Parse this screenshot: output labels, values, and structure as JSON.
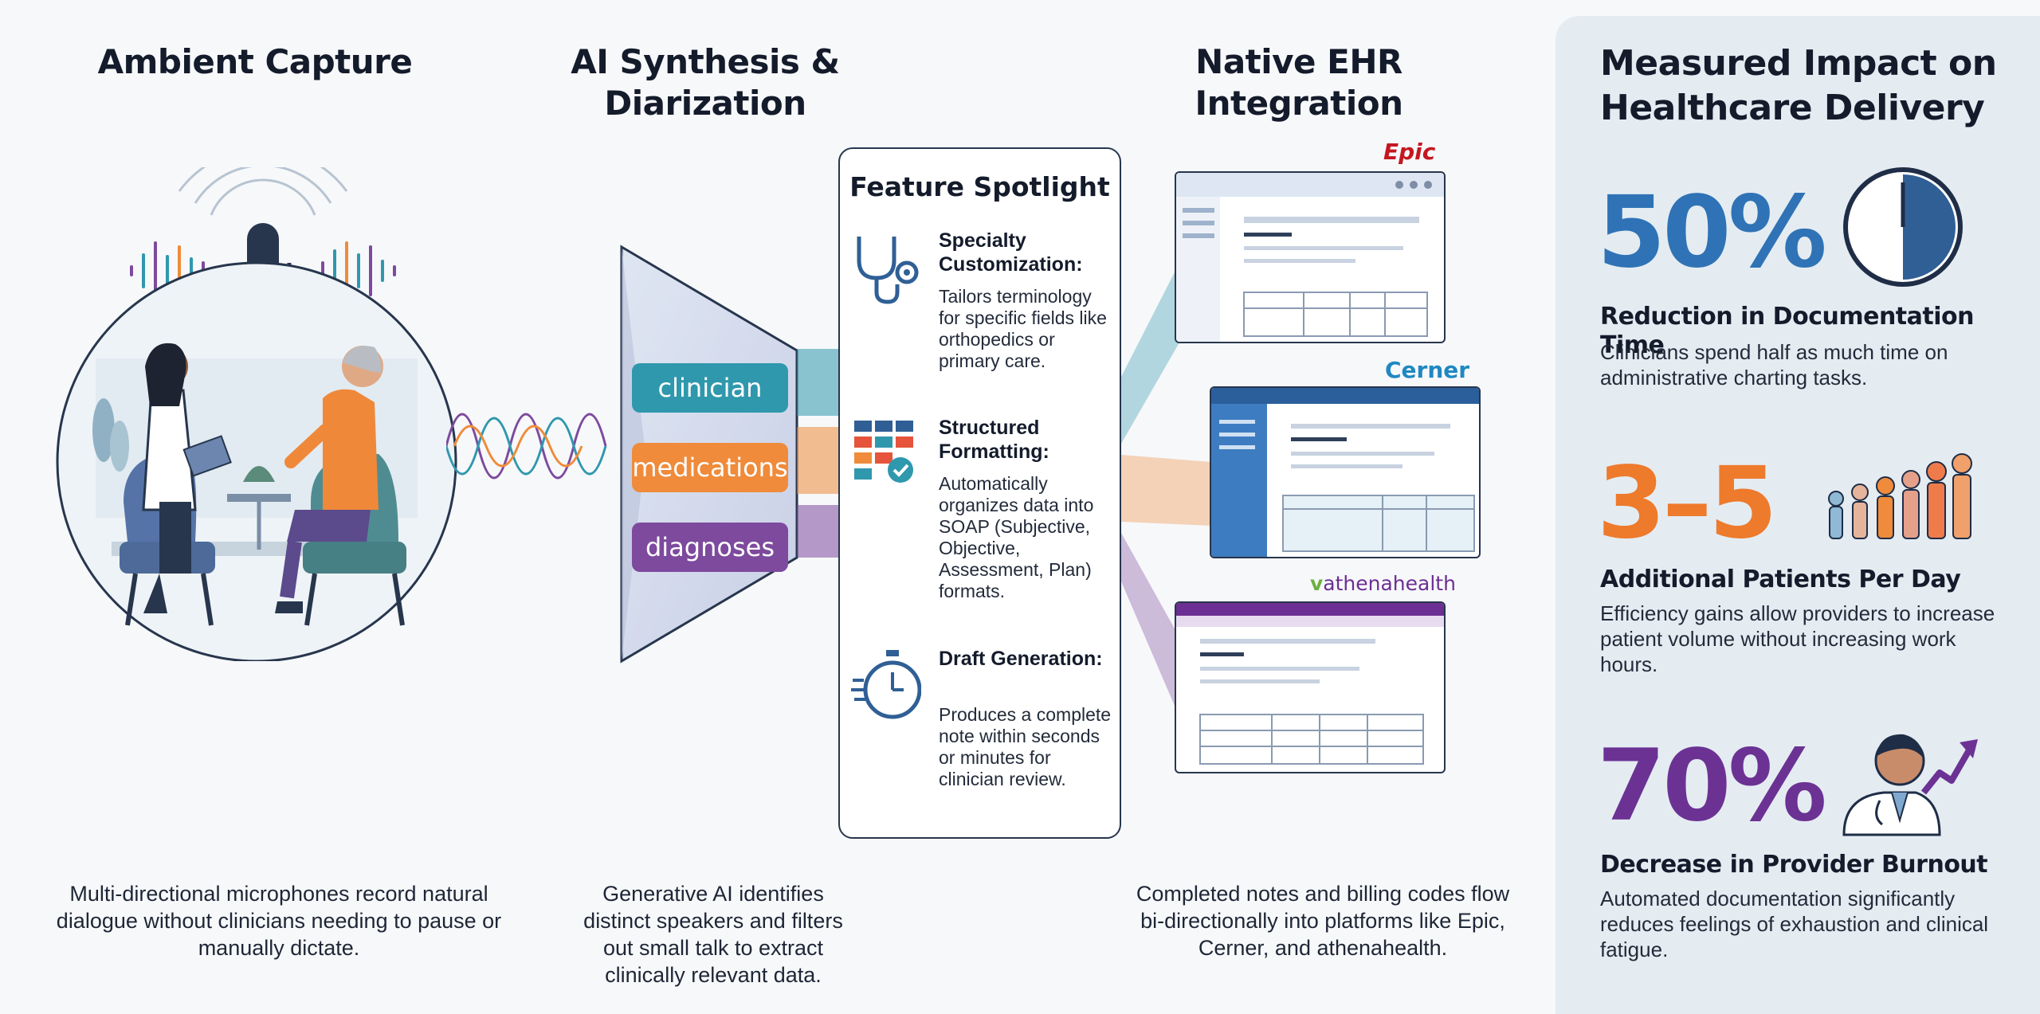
{
  "stages": {
    "capture": {
      "title": "Ambient Capture",
      "caption": "Multi-directional microphones record natural dialogue without clinicians needing to pause or manually dictate."
    },
    "synthesis": {
      "title": "AI Synthesis & Diarization",
      "caption": "Generative AI identifies distinct speakers and filters out small talk to extract clinically relevant data.",
      "tokens": [
        "clinician",
        "medications",
        "diagnoses"
      ]
    },
    "ehr": {
      "title": "Native EHR Integration",
      "caption": "Completed notes and billing codes flow bi-directionally into platforms like Epic, Cerner, and athenahealth.",
      "platforms": {
        "epic": "Epic",
        "cerner": "Cerner",
        "athena_prefix": "v",
        "athena": "athenahealth"
      }
    }
  },
  "spotlight": {
    "title": "Feature Spotlight",
    "features": [
      {
        "title": "Specialty Customization:",
        "desc": "Tailors terminology for specific fields like orthopedics or primary care.",
        "icon": "stethoscope-gear-icon"
      },
      {
        "title": "Structured Formatting:",
        "desc": "Automatically organizes data into SOAP (Subjective, Objective, Assessment, Plan) formats.",
        "icon": "grid-check-icon"
      },
      {
        "title": "Draft Generation:",
        "desc": "Produces a complete note within seconds or minutes for clinician review.",
        "icon": "stopwatch-icon"
      }
    ]
  },
  "impact": {
    "title": "Measured Impact on Healthcare Delivery",
    "metrics": [
      {
        "value": "50%",
        "label": "Reduction in Documentation Time",
        "desc": "Clinicians spend half as much time on administrative charting tasks.",
        "color": "#2f73b6",
        "icon": "clock-icon"
      },
      {
        "value": "3–5",
        "label": "Additional Patients Per Day",
        "desc": "Efficiency gains allow providers to increase patient volume without increasing work hours.",
        "color": "#ee7a2c",
        "icon": "people-icon"
      },
      {
        "value": "70%",
        "label": "Decrease in Provider Burnout",
        "desc": "Automated documentation significantly reduces feelings of exhaustion and clinical fatigue.",
        "color": "#6b3294",
        "icon": "doctor-trend-icon"
      }
    ]
  },
  "colors": {
    "teal": "#2f98ad",
    "orange": "#ef8b3a",
    "purple": "#7d4a9e",
    "blue": "#2f73b6",
    "navy": "#27364d"
  }
}
